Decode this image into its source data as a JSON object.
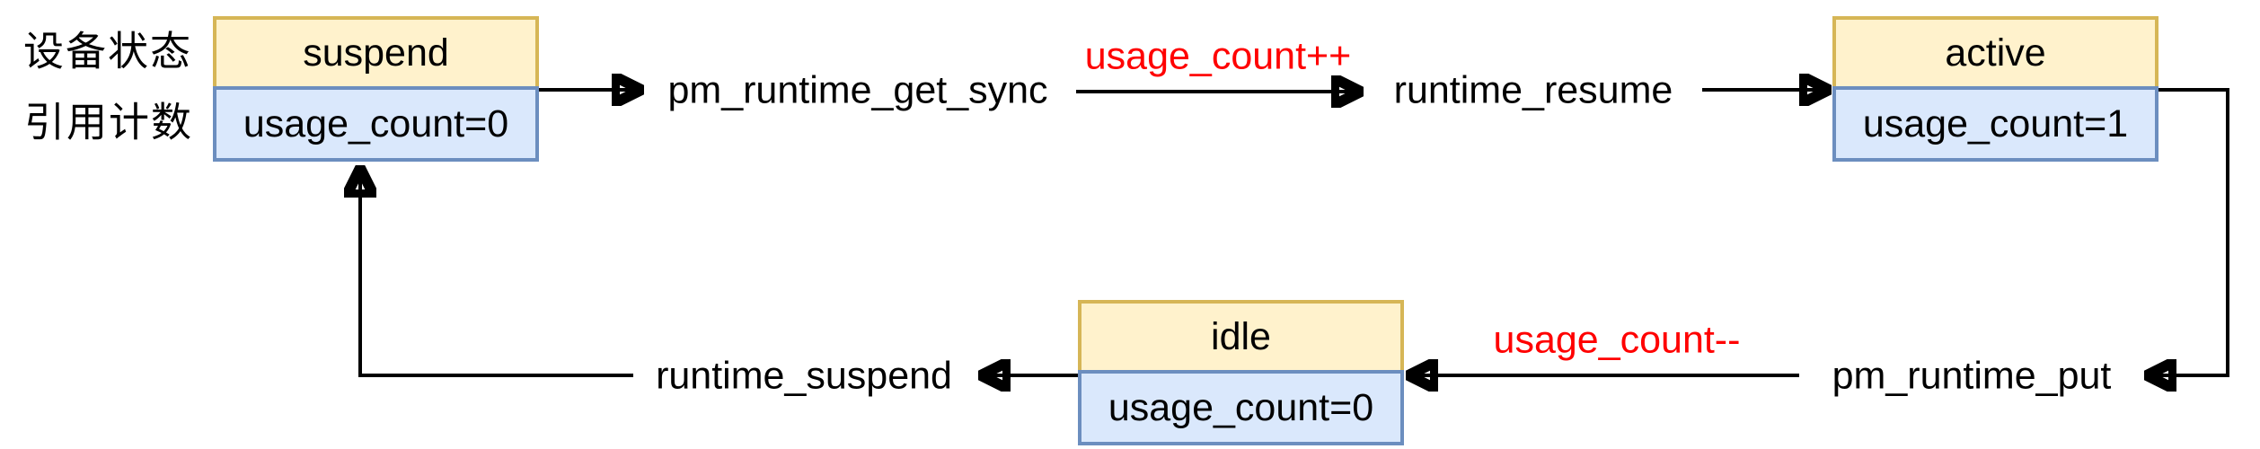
{
  "diagram": {
    "row_labels": {
      "device_state": "设备状态",
      "ref_count": "引用计数"
    },
    "states": {
      "suspend": {
        "name": "suspend",
        "usage_count": "usage_count=0"
      },
      "active": {
        "name": "active",
        "usage_count": "usage_count=1"
      },
      "idle": {
        "name": "idle",
        "usage_count": "usage_count=0"
      }
    },
    "transitions": {
      "get_sync": "pm_runtime_get_sync",
      "runtime_resume": "runtime_resume",
      "pm_runtime_put": "pm_runtime_put",
      "runtime_suspend": "runtime_suspend",
      "usage_count_inc": "usage_count++",
      "usage_count_dec": "usage_count--"
    },
    "colors": {
      "state_fill": "#fff2cc",
      "state_border": "#d6b656",
      "count_fill": "#dae8fc",
      "count_border": "#6c8ebf",
      "highlight": "#ff0000",
      "line": "#000000"
    }
  }
}
